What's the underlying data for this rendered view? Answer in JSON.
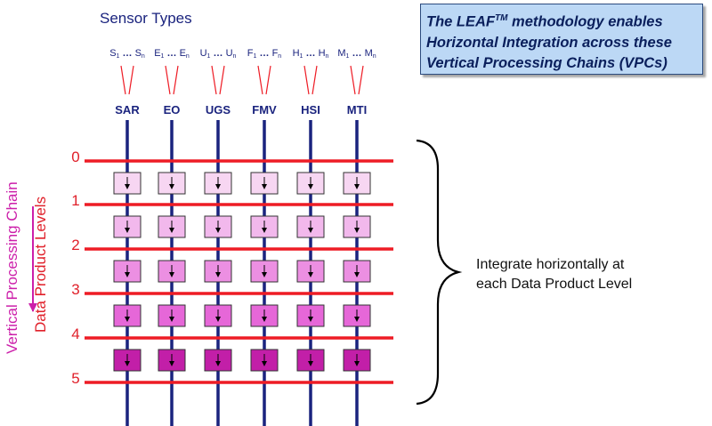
{
  "sensor_types_title": "Sensor Types",
  "callout": {
    "line1_pre": "The LEAF",
    "line1_sup": "TM",
    "line1_post": " methodology enables",
    "line2": "Horizontal Integration across these",
    "line3": "Vertical Processing Chains (VPCs)"
  },
  "sensors": [
    {
      "label": "SAR",
      "range_first": "S",
      "range_last": "S"
    },
    {
      "label": "EO",
      "range_first": "E",
      "range_last": "E"
    },
    {
      "label": "UGS",
      "range_first": "U",
      "range_last": "U"
    },
    {
      "label": "FMV",
      "range_first": "F",
      "range_last": "F"
    },
    {
      "label": "HSI",
      "range_first": "H",
      "range_last": "H"
    },
    {
      "label": "MTI",
      "range_first": "M",
      "range_last": "M"
    }
  ],
  "range_sub_first": "1",
  "range_sub_last": "n",
  "range_dots": "…",
  "levels": [
    "0",
    "1",
    "2",
    "3",
    "4",
    "5"
  ],
  "vertical_processing_chain_label": "Vertical Processing Chain",
  "data_product_levels_label": "Data Product  Levels",
  "integrate_text_line1": "Integrate horizontally at",
  "integrate_text_line2": "each Data Product Level",
  "colors": {
    "vertical_line": "#1a237e",
    "level_line": "#ee1c25",
    "box_border": "#333333",
    "box_fills": [
      "#f7d6f2",
      "#f2b8ec",
      "#ec8fe2",
      "#e667d8",
      "#c21fa8"
    ],
    "vpc_label": "#cc1faa",
    "level_label": "#e0202a"
  }
}
